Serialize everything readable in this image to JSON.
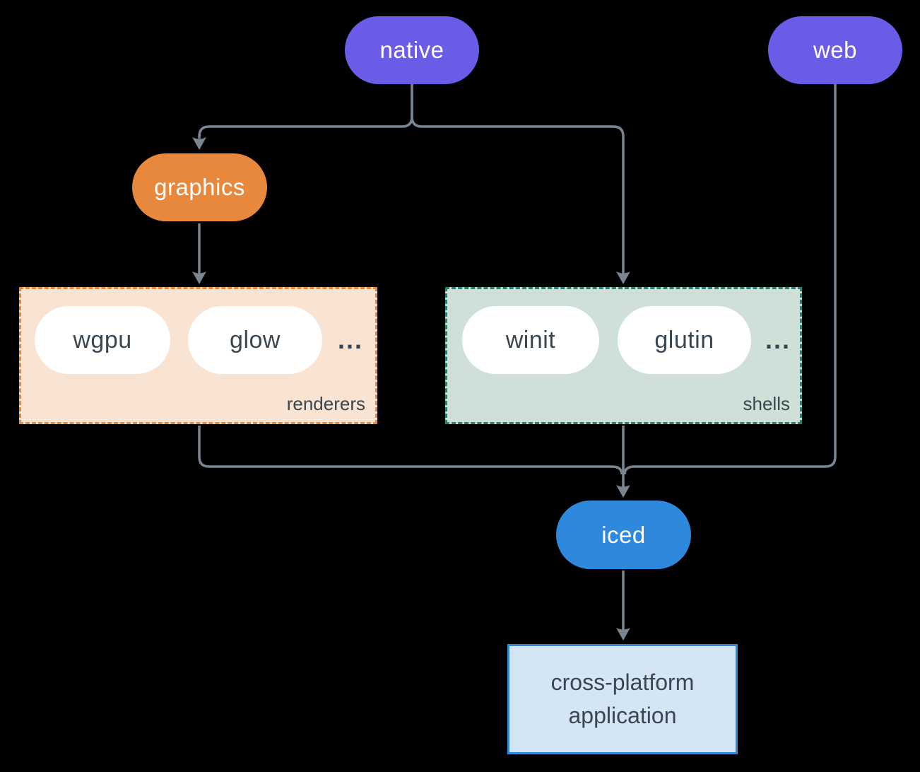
{
  "nodes": {
    "native": {
      "label": "native",
      "color": "#6B5CE7"
    },
    "web": {
      "label": "web",
      "color": "#6B5CE7"
    },
    "graphics": {
      "label": "graphics",
      "color": "#E8883C"
    },
    "iced": {
      "label": "iced",
      "color": "#2E89DC"
    },
    "application": {
      "label": "cross-platform application",
      "fill": "#D4E5F6",
      "border": "#2E89DC"
    }
  },
  "groups": {
    "renderers": {
      "label": "renderers",
      "fill": "#F9E4D3",
      "border": "#E8883C",
      "items": [
        "wgpu",
        "glow"
      ],
      "ellipsis": "..."
    },
    "shells": {
      "label": "shells",
      "fill": "#CFE0D9",
      "border": "#2E7D6E",
      "items": [
        "winit",
        "glutin"
      ],
      "ellipsis": "..."
    }
  },
  "colors": {
    "background": "#000000",
    "connector": "#7A8590",
    "pill_text": "#FFFFFF",
    "dark_text": "#3A4650",
    "item_pill_fill": "#FFFFFF"
  }
}
